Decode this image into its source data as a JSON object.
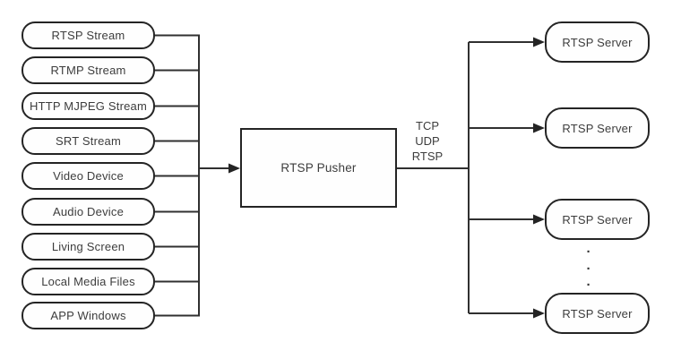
{
  "sources": {
    "items": [
      "RTSP Stream",
      "RTMP Stream",
      "HTTP MJPEG Stream",
      "SRT Stream",
      "Video Device",
      "Audio Device",
      "Living Screen",
      "Local Media Files",
      "APP Windows"
    ]
  },
  "pusher": {
    "label": "RTSP Pusher"
  },
  "protocols": {
    "line1": "TCP",
    "line2": "UDP",
    "line3": "RTSP"
  },
  "servers": {
    "items": [
      "RTSP Server",
      "RTSP Server",
      "RTSP Server",
      "RTSP Server"
    ],
    "dot": "·"
  },
  "colors": {
    "background": "#ffffff",
    "line": "#303030",
    "node_border": "#242424",
    "node_fill": "#fefefe",
    "text": "#3d3d3d"
  }
}
